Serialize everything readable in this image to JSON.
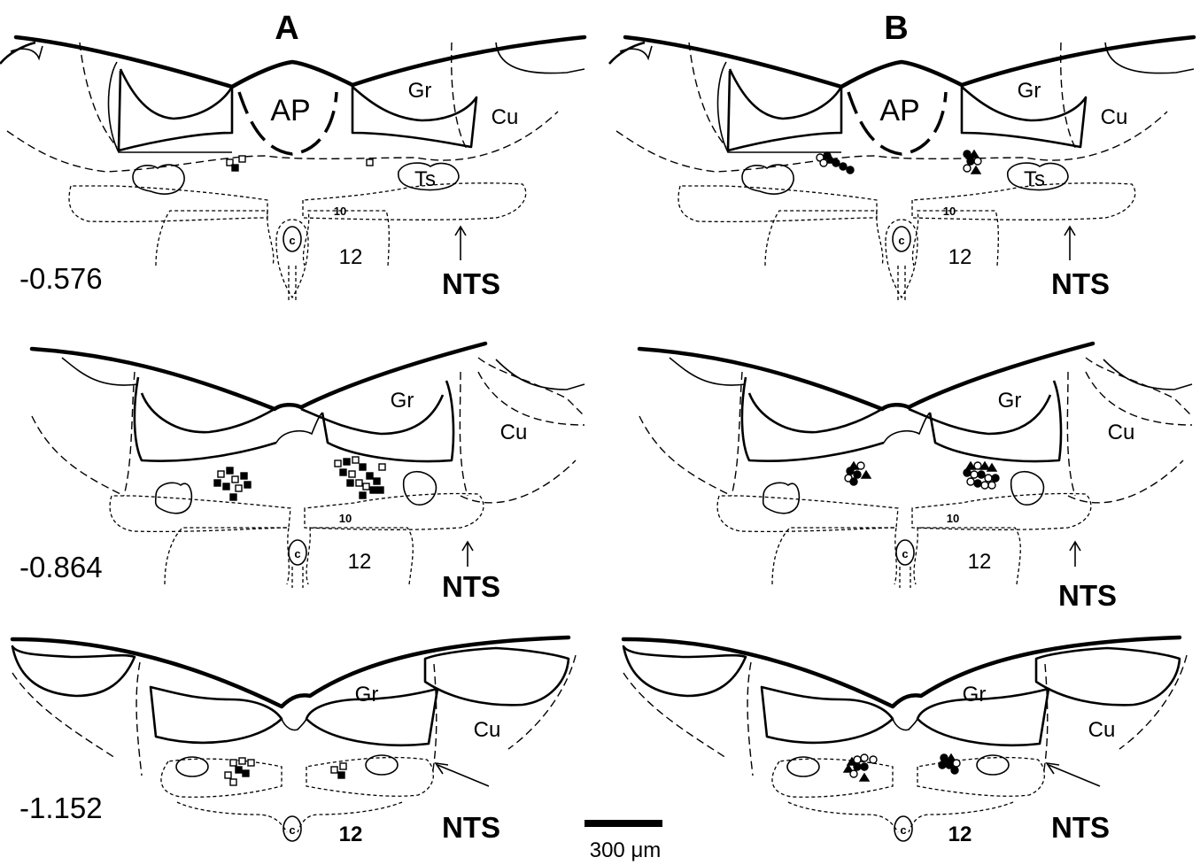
{
  "panels": {
    "a": {
      "label": "A"
    },
    "b": {
      "label": "B"
    }
  },
  "levels": [
    {
      "coord": "-0.576",
      "ap": "AP",
      "gr": "Gr",
      "cu": "Cu",
      "ts": "Ts",
      "vagal": "10",
      "hypoglossal": "12",
      "canal": "c",
      "nts": "NTS"
    },
    {
      "coord": "-0.864",
      "gr": "Gr",
      "cu": "Cu",
      "vagal": "10",
      "hypoglossal": "12",
      "canal": "c",
      "nts": "NTS"
    },
    {
      "coord": "-1.152",
      "gr": "Gr",
      "cu": "Cu",
      "hypoglossal": "12",
      "canal": "c",
      "nts": "NTS"
    }
  ],
  "scale_bar": {
    "label": "300 μm"
  },
  "marker_shapes": {
    "column_a": [
      "open-square",
      "filled-square"
    ],
    "column_b": [
      "open-circle",
      "filled-circle",
      "filled-triangle"
    ]
  },
  "colors": {
    "ink": "#000000",
    "background": "#ffffff"
  }
}
